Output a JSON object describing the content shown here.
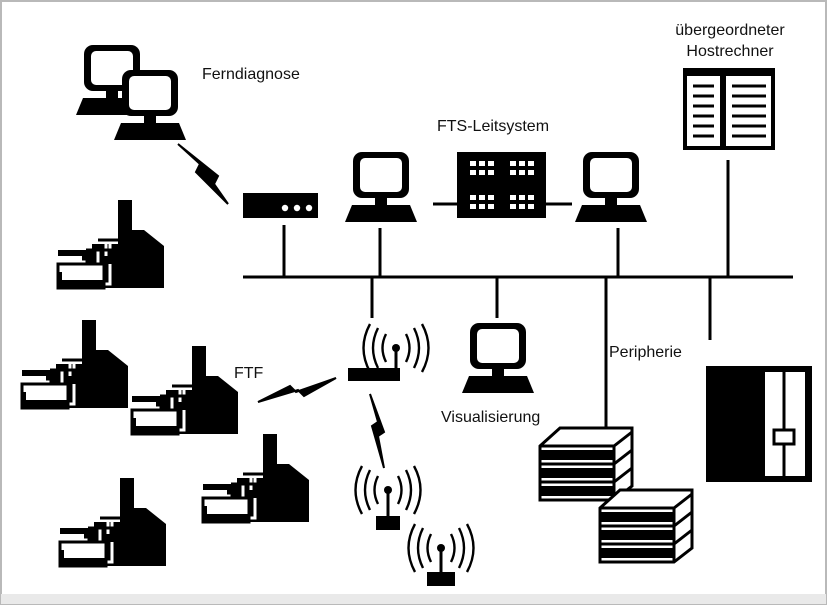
{
  "diagram": {
    "labels": {
      "ferndiagnose": "Ferndiagnose",
      "leitsystem": "FTS-Leitsystem",
      "host_line1": "übergeordneter",
      "host_line2": "Hostrechner",
      "ftf": "FTF",
      "visualisierung": "Visualisierung",
      "peripherie": "Peripherie"
    },
    "colors": {
      "ink": "#000000",
      "background": "#ffffff",
      "border": "#b9b9b9"
    },
    "icons": {
      "remote": "computer-icon",
      "modem": "modem-icon",
      "server": "server-rack-icon",
      "host": "host-computer-icon",
      "vehicle": "forklift-icon",
      "access_point": "wireless-antenna-icon",
      "shelf": "shelf-icon",
      "cabinet": "cabinet-icon"
    }
  }
}
